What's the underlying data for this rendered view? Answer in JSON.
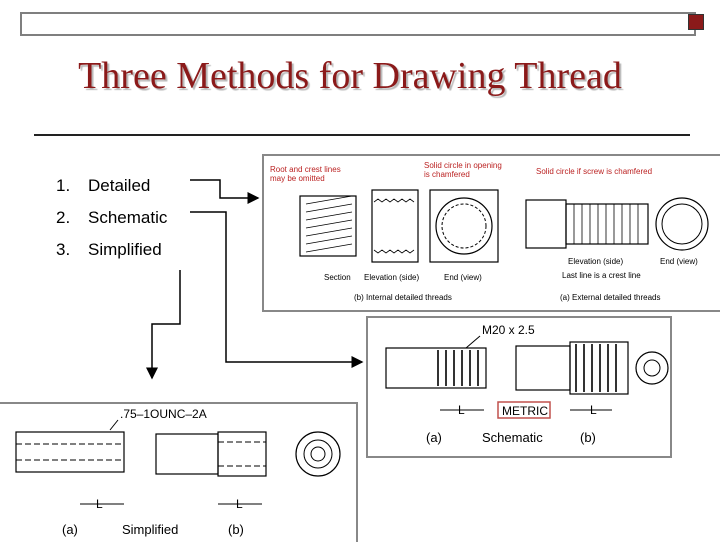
{
  "slide": {
    "title": "Three Methods for Drawing Thread",
    "methods": [
      {
        "num": "1.",
        "label": "Detailed"
      },
      {
        "num": "2.",
        "label": "Schematic"
      },
      {
        "num": "3.",
        "label": "Simplified"
      }
    ]
  },
  "detailed_panel": {
    "note_root_crest": "Root and crest lines",
    "note_root_crest_2": "may be omitted",
    "note_solid_opening": "Solid circle in opening",
    "note_solid_opening_2": "is chamfered",
    "note_solid_screw": "Solid circle if screw is chamfered",
    "label_section": "Section",
    "label_elev_side": "Elevation (side)",
    "label_end_view": "End (view)",
    "label_elev_side_b": "Elevation (side)",
    "label_end_view_b": "End (view)",
    "label_last_line": "Last line is a crest line",
    "caption_internal": "(b) Internal detailed threads",
    "caption_external": "(a) External detailed threads"
  },
  "schematic_panel": {
    "callout": "M20 x 2.5",
    "metric": "METRIC",
    "dim_l1": "L",
    "dim_l2": "L",
    "caption_a": "(a)",
    "caption_mid": "Schematic",
    "caption_b": "(b)"
  },
  "simplified_panel": {
    "callout": ".75–1OUNC–2A",
    "dim_l1": "L",
    "dim_l2": "L",
    "caption_a": "(a)",
    "caption_mid": "Simplified",
    "caption_b": "(b)"
  },
  "colors": {
    "title": "#8b1a1a",
    "accent_box": "#8b1a1a",
    "metric_border": "#c0504d"
  }
}
